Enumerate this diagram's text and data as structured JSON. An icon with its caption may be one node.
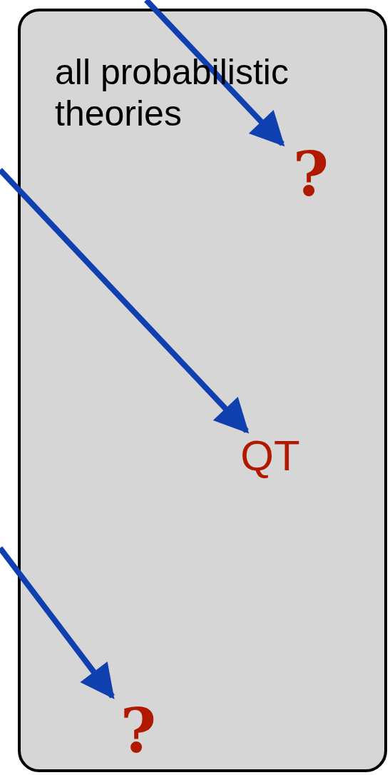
{
  "diagram": {
    "nodes": [
      {
        "text": [
          "all probabilistic theories"
        ]
      },
      {
        "text": [
          "?"
        ],
        "in": 0
      },
      {
        "text": [
          "QT"
        ],
        "in": 0
      },
      {
        "text": [
          "?"
        ],
        "in": 0
      }
    ],
    "edges": [
      {
        "from": null,
        "to": 1,
        "arrow": "to"
      },
      {
        "from": null,
        "to": 2,
        "arrow": "to"
      },
      {
        "from": null,
        "to": 3,
        "arrow": "to"
      }
    ]
  }
}
